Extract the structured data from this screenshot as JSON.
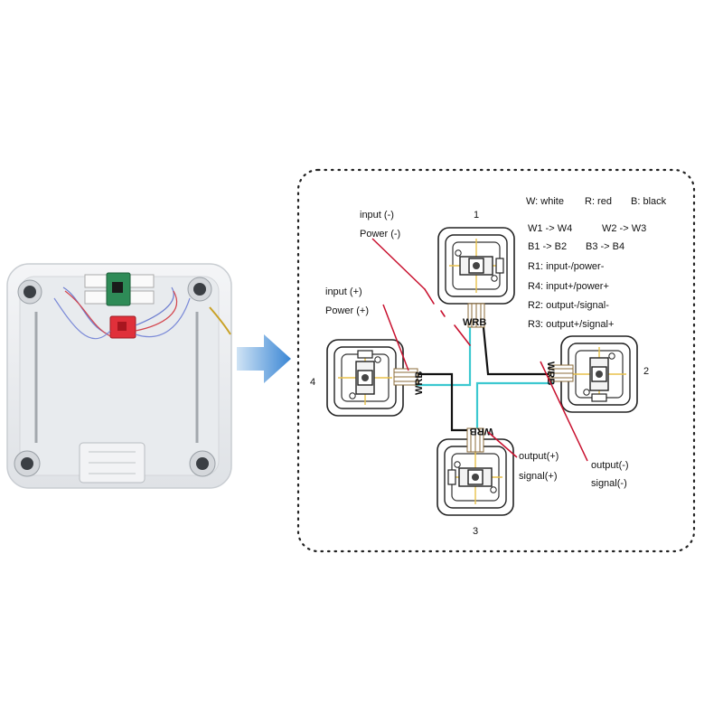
{
  "legend": {
    "colors": [
      {
        "code": "W: white",
        "hex": "#f5f5f5"
      },
      {
        "code": "R: red",
        "hex": "#d11a2a"
      },
      {
        "code": "B: black",
        "hex": "#111111"
      }
    ],
    "mapping": [
      "W1 -> W4",
      "W2 -> W3",
      "B1 -> B2",
      "B3 -> B4"
    ],
    "roles": [
      "R1: input-/power-",
      "R4: input+/power+",
      "R2: output-/signal-",
      "R3: output+/signal+"
    ]
  },
  "cells": {
    "top": {
      "number": "1",
      "wire_code": "WRB"
    },
    "right": {
      "number": "2",
      "wire_code": "WRB"
    },
    "bottom": {
      "number": "3",
      "wire_code": "WRB"
    },
    "left": {
      "number": "4",
      "wire_code": "WRB"
    }
  },
  "callouts": {
    "input_minus": "input (-)",
    "power_minus": "Power (-)",
    "input_plus": "input (+)",
    "power_plus": "Power (+)",
    "output_plus": "output(+)",
    "signal_plus": "signal(+)",
    "output_minus": "output(-)",
    "signal_minus": "signal(-)"
  },
  "colors": {
    "cyan_wire": "#3cc8d0",
    "red_wire": "#c8102e",
    "black_wire": "#111111",
    "arrow": "#4a90d9",
    "scale_body": "#e9ecef",
    "pcb_green": "#2e8b57",
    "pcb_red": "#e0303a"
  }
}
